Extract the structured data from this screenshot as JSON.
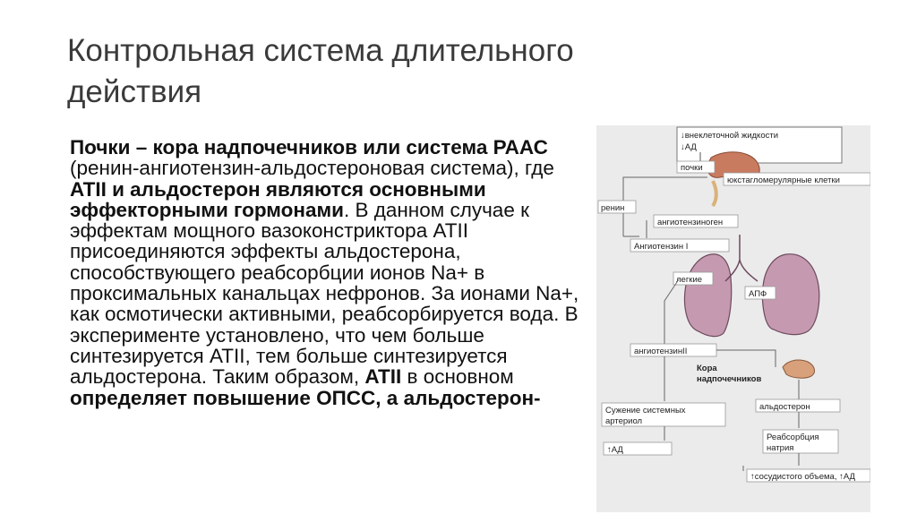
{
  "slide": {
    "title": "Контрольная система длительного действия",
    "paragraph": {
      "p1": "Почки – кора надпочечников или система РААС",
      "p2": " (ренин-ангиотензин-альдостероновая система), где ",
      "p3": "ATII и альдостерон являются основными эффекторными гормонами",
      "p4": ". В данном случае к эффектам мощного вазоконстриктора ATII присоединяются эффекты альдостерона, способствующего реабсорбции ионов Na+ в проксимальных канальцах нефронов. За ионами Na+, как осмотически активными, реабсорбируется вода. В эксперименте установлено, что чем больше синтезируется ATII, тем больше синтезируется альдостерона. Таким образом, ",
      "p5": "ATII",
      "p6": " в основном ",
      "p7": "определяет повышение ОПСС, а альдостерон-"
    }
  },
  "diagram": {
    "labels": {
      "ecf": "↓внеклеточной жидкости",
      "bp_down": "↓АД",
      "kidneys": "почки",
      "jg_cells": "юкстагломерулярные клетки",
      "renin": "ренин",
      "angiotensinogen": "ангиотензиноген",
      "angiotensin1": "Ангиотензин I",
      "lungs": "легкие",
      "ace": "АПФ",
      "angiotensin2": "ангиотензинII",
      "adrenal_cortex_1": "Кора",
      "adrenal_cortex_2": "надпочечников",
      "constriction_1": "Сужение системных",
      "constriction_2": "артериол",
      "aldosterone": "альдостерон",
      "bp_up": "↑АД",
      "reabsorption_1": "Реабсорбция",
      "reabsorption_2": "натрия",
      "volume": "↑сосудистого объема, ↑АД"
    }
  }
}
